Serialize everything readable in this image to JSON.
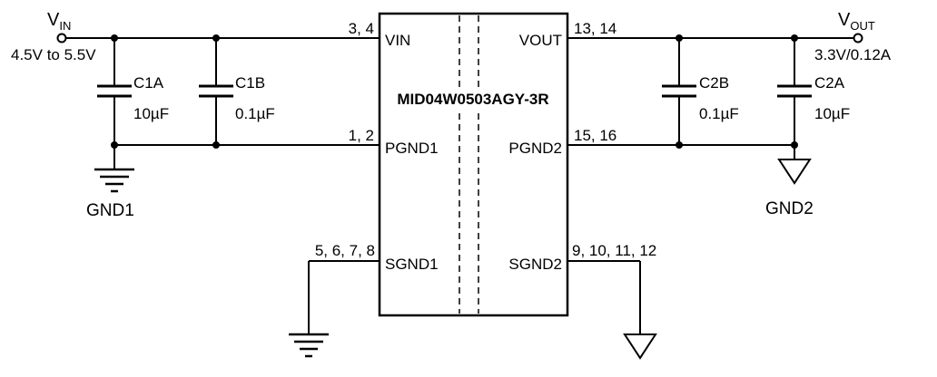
{
  "ic": {
    "part_number": "MID04W0503AGY-3R",
    "pin_labels": {
      "vin": "VIN",
      "vout": "VOUT",
      "pgnd1": "PGND1",
      "pgnd2": "PGND2",
      "sgnd1": "SGND1",
      "sgnd2": "SGND2"
    },
    "pin_numbers": {
      "vin": "3, 4",
      "vout": "13, 14",
      "pgnd1": "1, 2",
      "pgnd2": "15, 16",
      "sgnd1": "5, 6, 7, 8",
      "sgnd2": "9, 10, 11, 12"
    }
  },
  "input": {
    "terminal": {
      "main": "V",
      "sub": "IN"
    },
    "voltage_range": "4.5V to 5.5V",
    "ground_label": "GND1",
    "capacitors": [
      {
        "ref": "C1A",
        "value": "10µF"
      },
      {
        "ref": "C1B",
        "value": "0.1µF"
      }
    ]
  },
  "output": {
    "terminal": {
      "main": "V",
      "sub": "OUT"
    },
    "rating": "3.3V/0.12A",
    "ground_label": "GND2",
    "capacitors": [
      {
        "ref": "C2B",
        "value": "0.1µF"
      },
      {
        "ref": "C2A",
        "value": "10µF"
      }
    ]
  }
}
